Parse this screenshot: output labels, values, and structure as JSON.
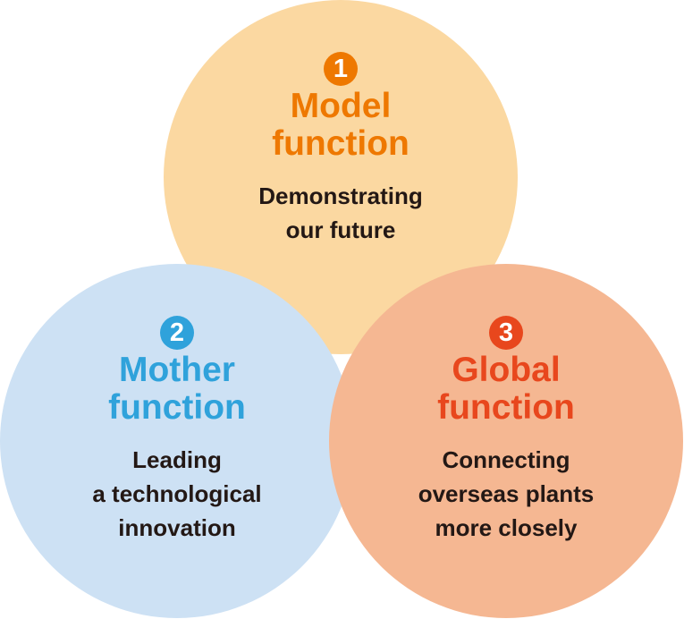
{
  "colors": {
    "model_fill": "#fbd8a1",
    "model_accent": "#ee7800",
    "mother_fill": "#cde1f4",
    "mother_accent": "#2fa2db",
    "global_fill": "#f5b792",
    "global_accent": "#e8471d",
    "text_dark": "#231815"
  },
  "functions": [
    {
      "number": "1",
      "title_lines": [
        "Model",
        "function"
      ],
      "description_lines": [
        "Demonstrating",
        "our future"
      ]
    },
    {
      "number": "2",
      "title_lines": [
        "Mother",
        "function"
      ],
      "description_lines": [
        "Leading",
        "a technological",
        "innovation"
      ]
    },
    {
      "number": "3",
      "title_lines": [
        "Global",
        "function"
      ],
      "description_lines": [
        "Connecting",
        "overseas plants",
        "more closely"
      ]
    }
  ]
}
